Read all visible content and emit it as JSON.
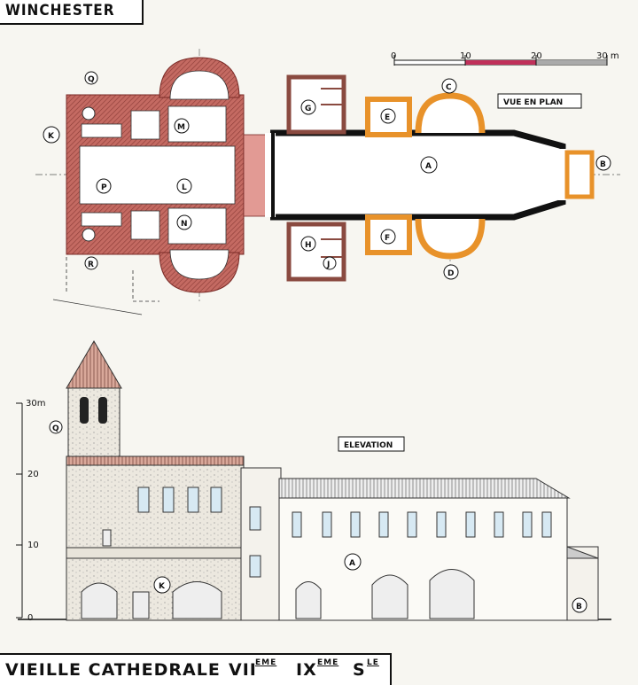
{
  "title": "WINCHESTER",
  "plan": {
    "label": "VUE EN PLAN",
    "scale": {
      "ticks": [
        "0",
        "10",
        "20",
        "30 m"
      ]
    },
    "markers": [
      "A",
      "B",
      "C",
      "D",
      "E",
      "F",
      "G",
      "H",
      "J",
      "K",
      "L",
      "M",
      "N",
      "P",
      "Q",
      "R"
    ]
  },
  "elevation": {
    "label": "ELEVATION",
    "axis_ticks": [
      "30m",
      "20",
      "10",
      "0"
    ],
    "markers": [
      "A",
      "B",
      "K",
      "Q"
    ]
  },
  "footer": {
    "name": "VIEILLE CATHEDRALE",
    "c1": "VII",
    "c1_sup": "EME",
    "c2": "IX",
    "c2_sup": "EME",
    "c3": "S",
    "c3_sup": "LE"
  },
  "colors": {
    "brick": "#b85a55",
    "orange": "#e8922a",
    "wall": "#111111",
    "scale_red": "#c0305a"
  }
}
